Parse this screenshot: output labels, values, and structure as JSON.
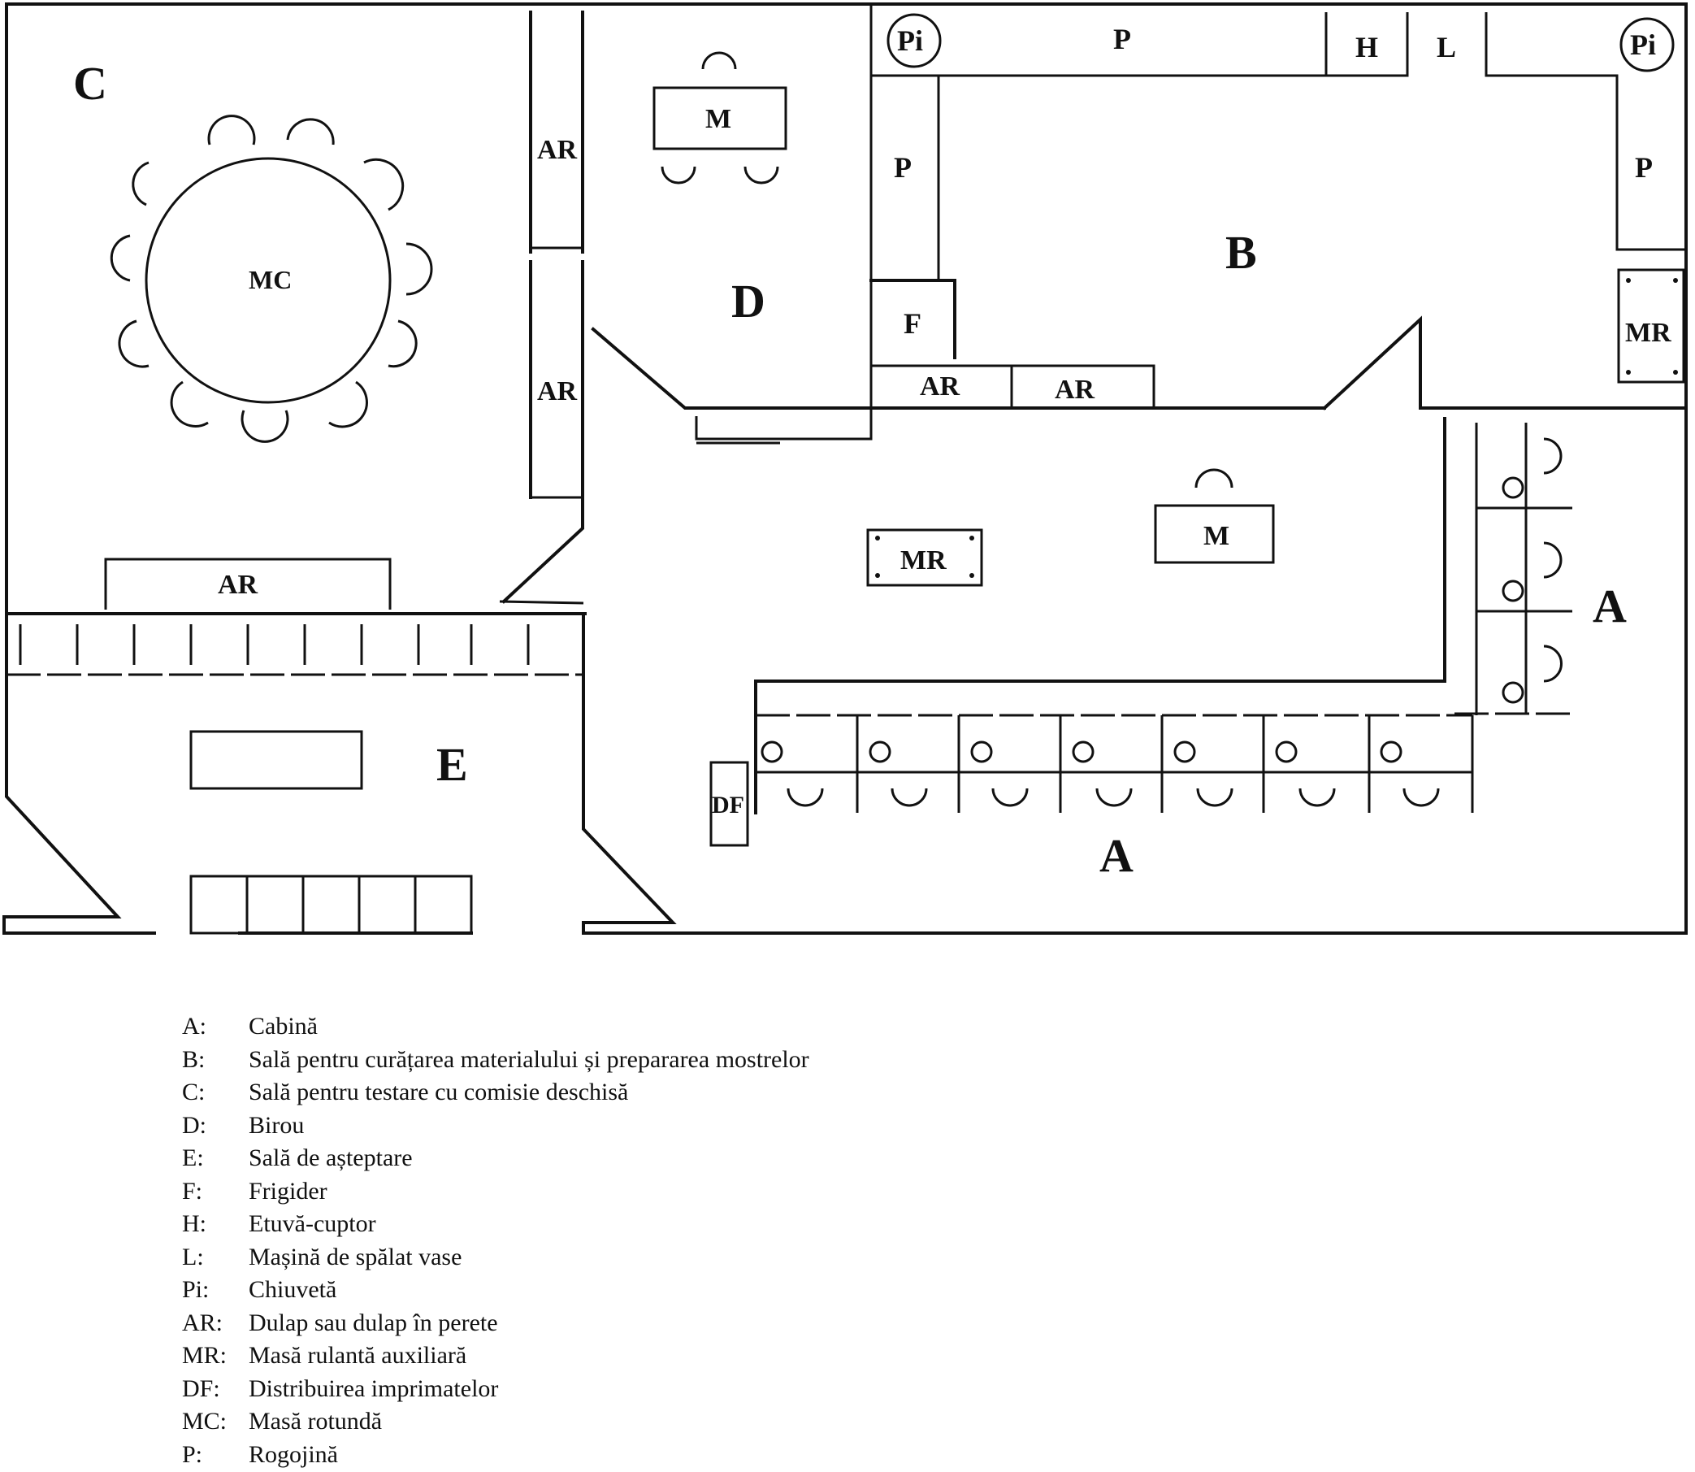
{
  "rooms": {
    "A": "A",
    "B": "B",
    "C": "C",
    "D": "D",
    "E": "E"
  },
  "fixtures": {
    "sink": "Pi",
    "mat": "P",
    "oven": "H",
    "dishwasher": "L",
    "fridge": "F",
    "cabinet": "AR",
    "cart": "MR",
    "table": "M",
    "round_table": "MC",
    "distribution": "DF"
  },
  "legend": [
    {
      "key": "A:",
      "text": "Cabină"
    },
    {
      "key": "B:",
      "text": "Sală pentru curățarea materialului și prepararea mostrelor"
    },
    {
      "key": "C:",
      "text": "Sală pentru testare cu comisie deschisă"
    },
    {
      "key": "D:",
      "text": "Birou"
    },
    {
      "key": "E:",
      "text": "Sală de așteptare"
    },
    {
      "key": "F:",
      "text": "Frigider"
    },
    {
      "key": "H:",
      "text": "Etuvă-cuptor"
    },
    {
      "key": "L:",
      "text": "Mașină de spălat vase"
    },
    {
      "key": "Pi:",
      "text": "Chiuvetă"
    },
    {
      "key": "AR:",
      "text": "Dulap sau dulap în perete"
    },
    {
      "key": "MR:",
      "text": "Masă rulantă auxiliară"
    },
    {
      "key": "DF:",
      "text": "Distribuirea imprimatelor"
    },
    {
      "key": "MC:",
      "text": "Masă rotundă"
    },
    {
      "key": "P:",
      "text": "Rogojină"
    }
  ]
}
